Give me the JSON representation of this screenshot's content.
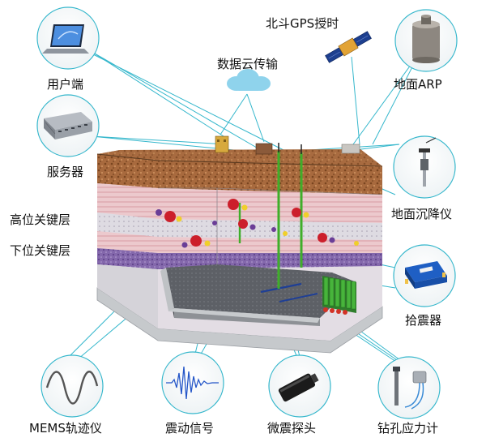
{
  "labels": {
    "beidou_gps": "北斗GPS授时",
    "cloud": "数据云传输",
    "user_end": "用户端",
    "ground_arp": "地面ARP",
    "server": "服务器",
    "subsidence": "地面沉降仪",
    "upper_key": "高位关键层",
    "lower_key": "下位关键层",
    "geophone": "拾震器",
    "mems": "MEMS轨迹仪",
    "signal": "震动信号",
    "probe": "微震探头",
    "stress": "钻孔应力计"
  },
  "colors": {
    "leader": "#35b7cc",
    "soil": "#a86a3e",
    "rock_pink": "#e7c3c8",
    "rock_gray": "#d9d4dc",
    "coal": "#7e63a8",
    "floor": "#5a5d63",
    "roadway": "#c9cccf",
    "green": "#3fae2a",
    "red_node": "#cc1f2b",
    "cloud": "#8fd3ec"
  }
}
